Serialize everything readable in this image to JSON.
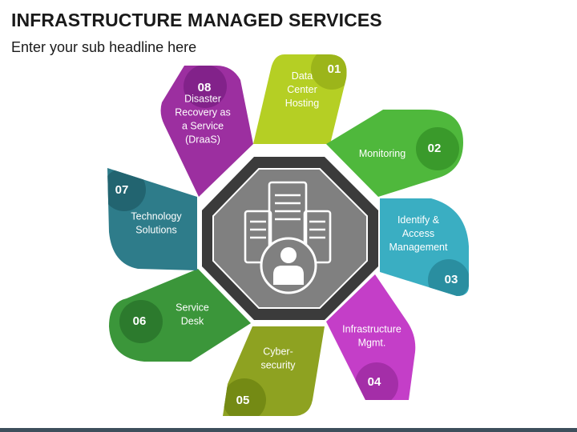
{
  "header": {
    "title": "INFRASTRUCTURE MANAGED SERVICES",
    "subtitle": "Enter your sub headline here"
  },
  "center": {
    "icon": "server-user-icon"
  },
  "colors": {
    "octagon_outer": "#3b3b3b",
    "octagon_inner": "#808080",
    "icon": "#ffffff",
    "bottom_bar": "#3d4f5c"
  },
  "items": [
    {
      "number": "01",
      "lines": [
        "Data",
        "Center",
        "Hosting"
      ],
      "color": "#b5cf24",
      "circle": "#9cb51a"
    },
    {
      "number": "02",
      "lines": [
        "Monitoring"
      ],
      "color": "#4fb83c",
      "circle": "#3a9a2b"
    },
    {
      "number": "03",
      "lines": [
        "Identify &",
        "Access",
        "Management"
      ],
      "color": "#3aaec2",
      "circle": "#2a8ea0"
    },
    {
      "number": "04",
      "lines": [
        "Infrastructure",
        "Mgmt."
      ],
      "color": "#c43ec8",
      "circle": "#a42ea8"
    },
    {
      "number": "05",
      "lines": [
        "Cyber-",
        "security"
      ],
      "color": "#8ea221",
      "circle": "#748a14"
    },
    {
      "number": "06",
      "lines": [
        "Service",
        "Desk"
      ],
      "color": "#3b963a",
      "circle": "#2c7a2d"
    },
    {
      "number": "07",
      "lines": [
        "Technology",
        "Solutions"
      ],
      "color": "#2e7c8a",
      "circle": "#226470"
    },
    {
      "number": "08",
      "lines": [
        "Disaster",
        "Recovery as",
        "a Service",
        "(DraaS)"
      ],
      "color": "#9c2fa0",
      "circle": "#82228a"
    }
  ]
}
